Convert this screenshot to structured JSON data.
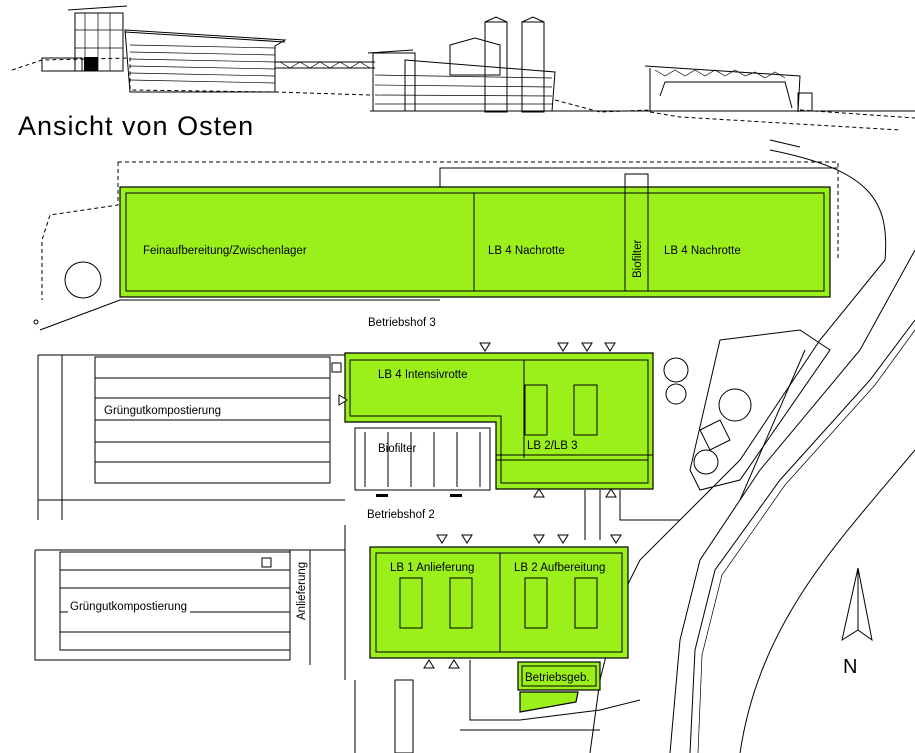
{
  "title": "Ansicht von Osten",
  "colors": {
    "building_fill": "#9BEF1A",
    "line": "#000000"
  },
  "buildings": {
    "feinaufbereitung": "Feinaufbereitung/Zwischenlager",
    "nachrotte_1": "LB 4 Nachrotte",
    "biofilter_top": "Biofilter",
    "nachrotte_2": "LB 4 Nachrotte",
    "intensivrotte": "LB 4 Intensivrotte",
    "lb2_lb3": "LB 2/LB 3",
    "biofilter_mid": "Biofilter",
    "anlieferung": "LB 1  Anlieferung",
    "aufbereitung": "LB 2  Aufbereitung",
    "betriebsgeb": "Betriebsgeb."
  },
  "areas": {
    "betriebshof_3": "Betriebshof 3",
    "betriebshof_2": "Betriebshof 2",
    "gruengut_1": "Grüngutkompostierung",
    "gruengut_2": "Grüngutkompostierung",
    "anlieferung_road": "Anlieferung"
  },
  "north": "N"
}
